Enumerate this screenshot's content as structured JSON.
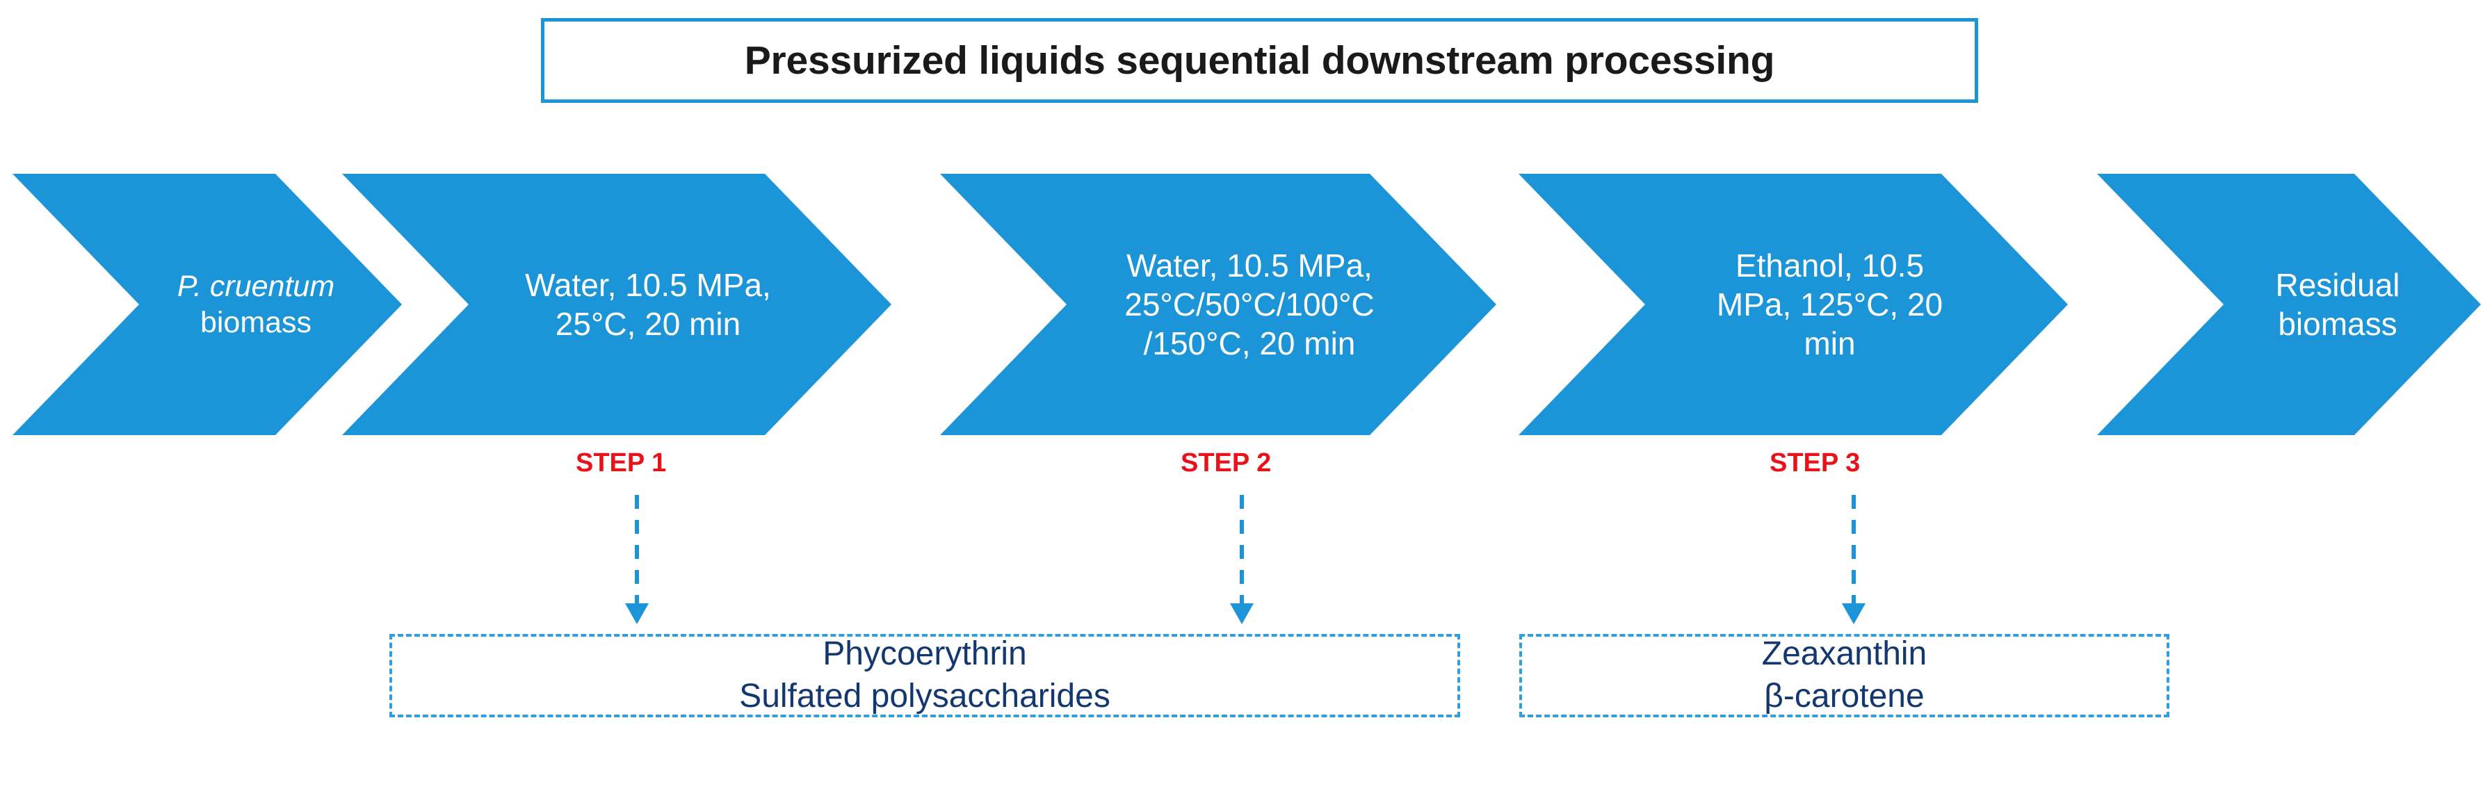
{
  "title": {
    "text": "Pressurized liquids sequential downstream processing"
  },
  "colors": {
    "chevron_blue": "#1b95d8",
    "step_red": "#e8131a",
    "output_text_navy": "#12386f",
    "dashed_border_blue": "#2f9fe0",
    "title_text": "#1a1a1a"
  },
  "chevrons": [
    {
      "id": "biomass",
      "species": "P. cruentum",
      "label": "biomass"
    },
    {
      "id": "step1",
      "label": "Water, 10.5 MPa,\n25°C, 20 min"
    },
    {
      "id": "step2",
      "label": "Water, 10.5 MPa,\n25°C/50°C/100°C\n/150°C, 20 min"
    },
    {
      "id": "step3",
      "label": "Ethanol, 10.5\nMPa, 125°C, 20\nmin"
    },
    {
      "id": "residual",
      "label": "Residual\nbiomass"
    }
  ],
  "steps": [
    {
      "label": "STEP 1"
    },
    {
      "label": "STEP 2"
    },
    {
      "label": "STEP 3"
    }
  ],
  "outputs": [
    {
      "id": "left",
      "lines": [
        "Phycoerythrin",
        "Sulfated polysaccharides"
      ]
    },
    {
      "id": "right",
      "lines": [
        "Zeaxanthin",
        "β-carotene"
      ]
    }
  ]
}
